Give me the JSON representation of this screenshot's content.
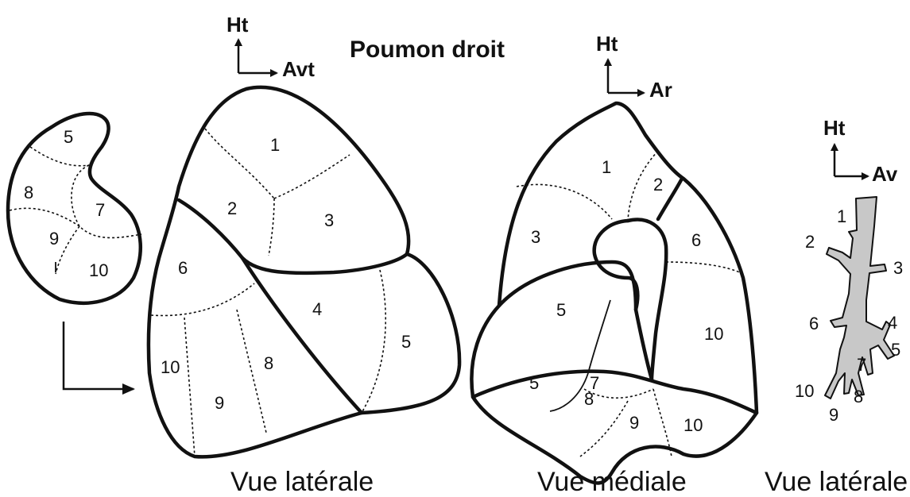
{
  "title": "Poumon droit",
  "orientation": {
    "left_view": {
      "up": "Ht",
      "right": "Avt"
    },
    "medial_view": {
      "up": "Ht",
      "right": "Ar"
    },
    "right_view": {
      "up": "Ht",
      "right": "Av"
    }
  },
  "captions": {
    "lateral": "Vue latérale",
    "medial": "Vue médiale",
    "bronchi": "Vue latérale"
  },
  "segments": {
    "small_view": [
      "5",
      "8",
      "7",
      "9",
      "10"
    ],
    "lateral_view": [
      "1",
      "2",
      "3",
      "6",
      "4",
      "5",
      "8",
      "10",
      "9"
    ],
    "medial_view": [
      "1",
      "2",
      "3",
      "6",
      "5",
      "10",
      "5",
      "7",
      "8",
      "9",
      "10"
    ],
    "bronchial_tree": [
      "1",
      "2",
      "3",
      "6",
      "4",
      "5",
      "7",
      "10",
      "8",
      "9"
    ]
  }
}
